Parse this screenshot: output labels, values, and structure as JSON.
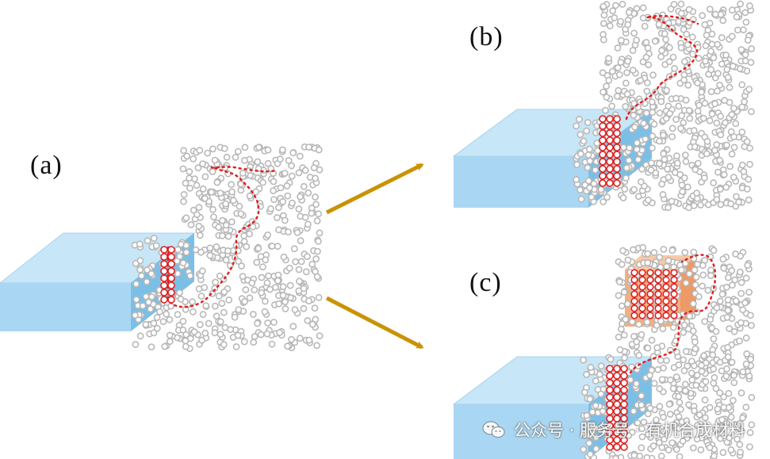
{
  "labels": {
    "a": "(a)",
    "b": "(b)",
    "c": "(c)"
  },
  "watermark": {
    "text": "公众号 · 服务号 · 有机合成材料",
    "icon": "wechat-icon"
  },
  "colors": {
    "block_top": "#c7e6f7",
    "block_front": "#a9d6f2",
    "block_side": "#7cbfe6",
    "water": "#bdbdbd",
    "polymer": "#e02020",
    "crystal": "#f6ae80",
    "arrow": "#c99305"
  }
}
